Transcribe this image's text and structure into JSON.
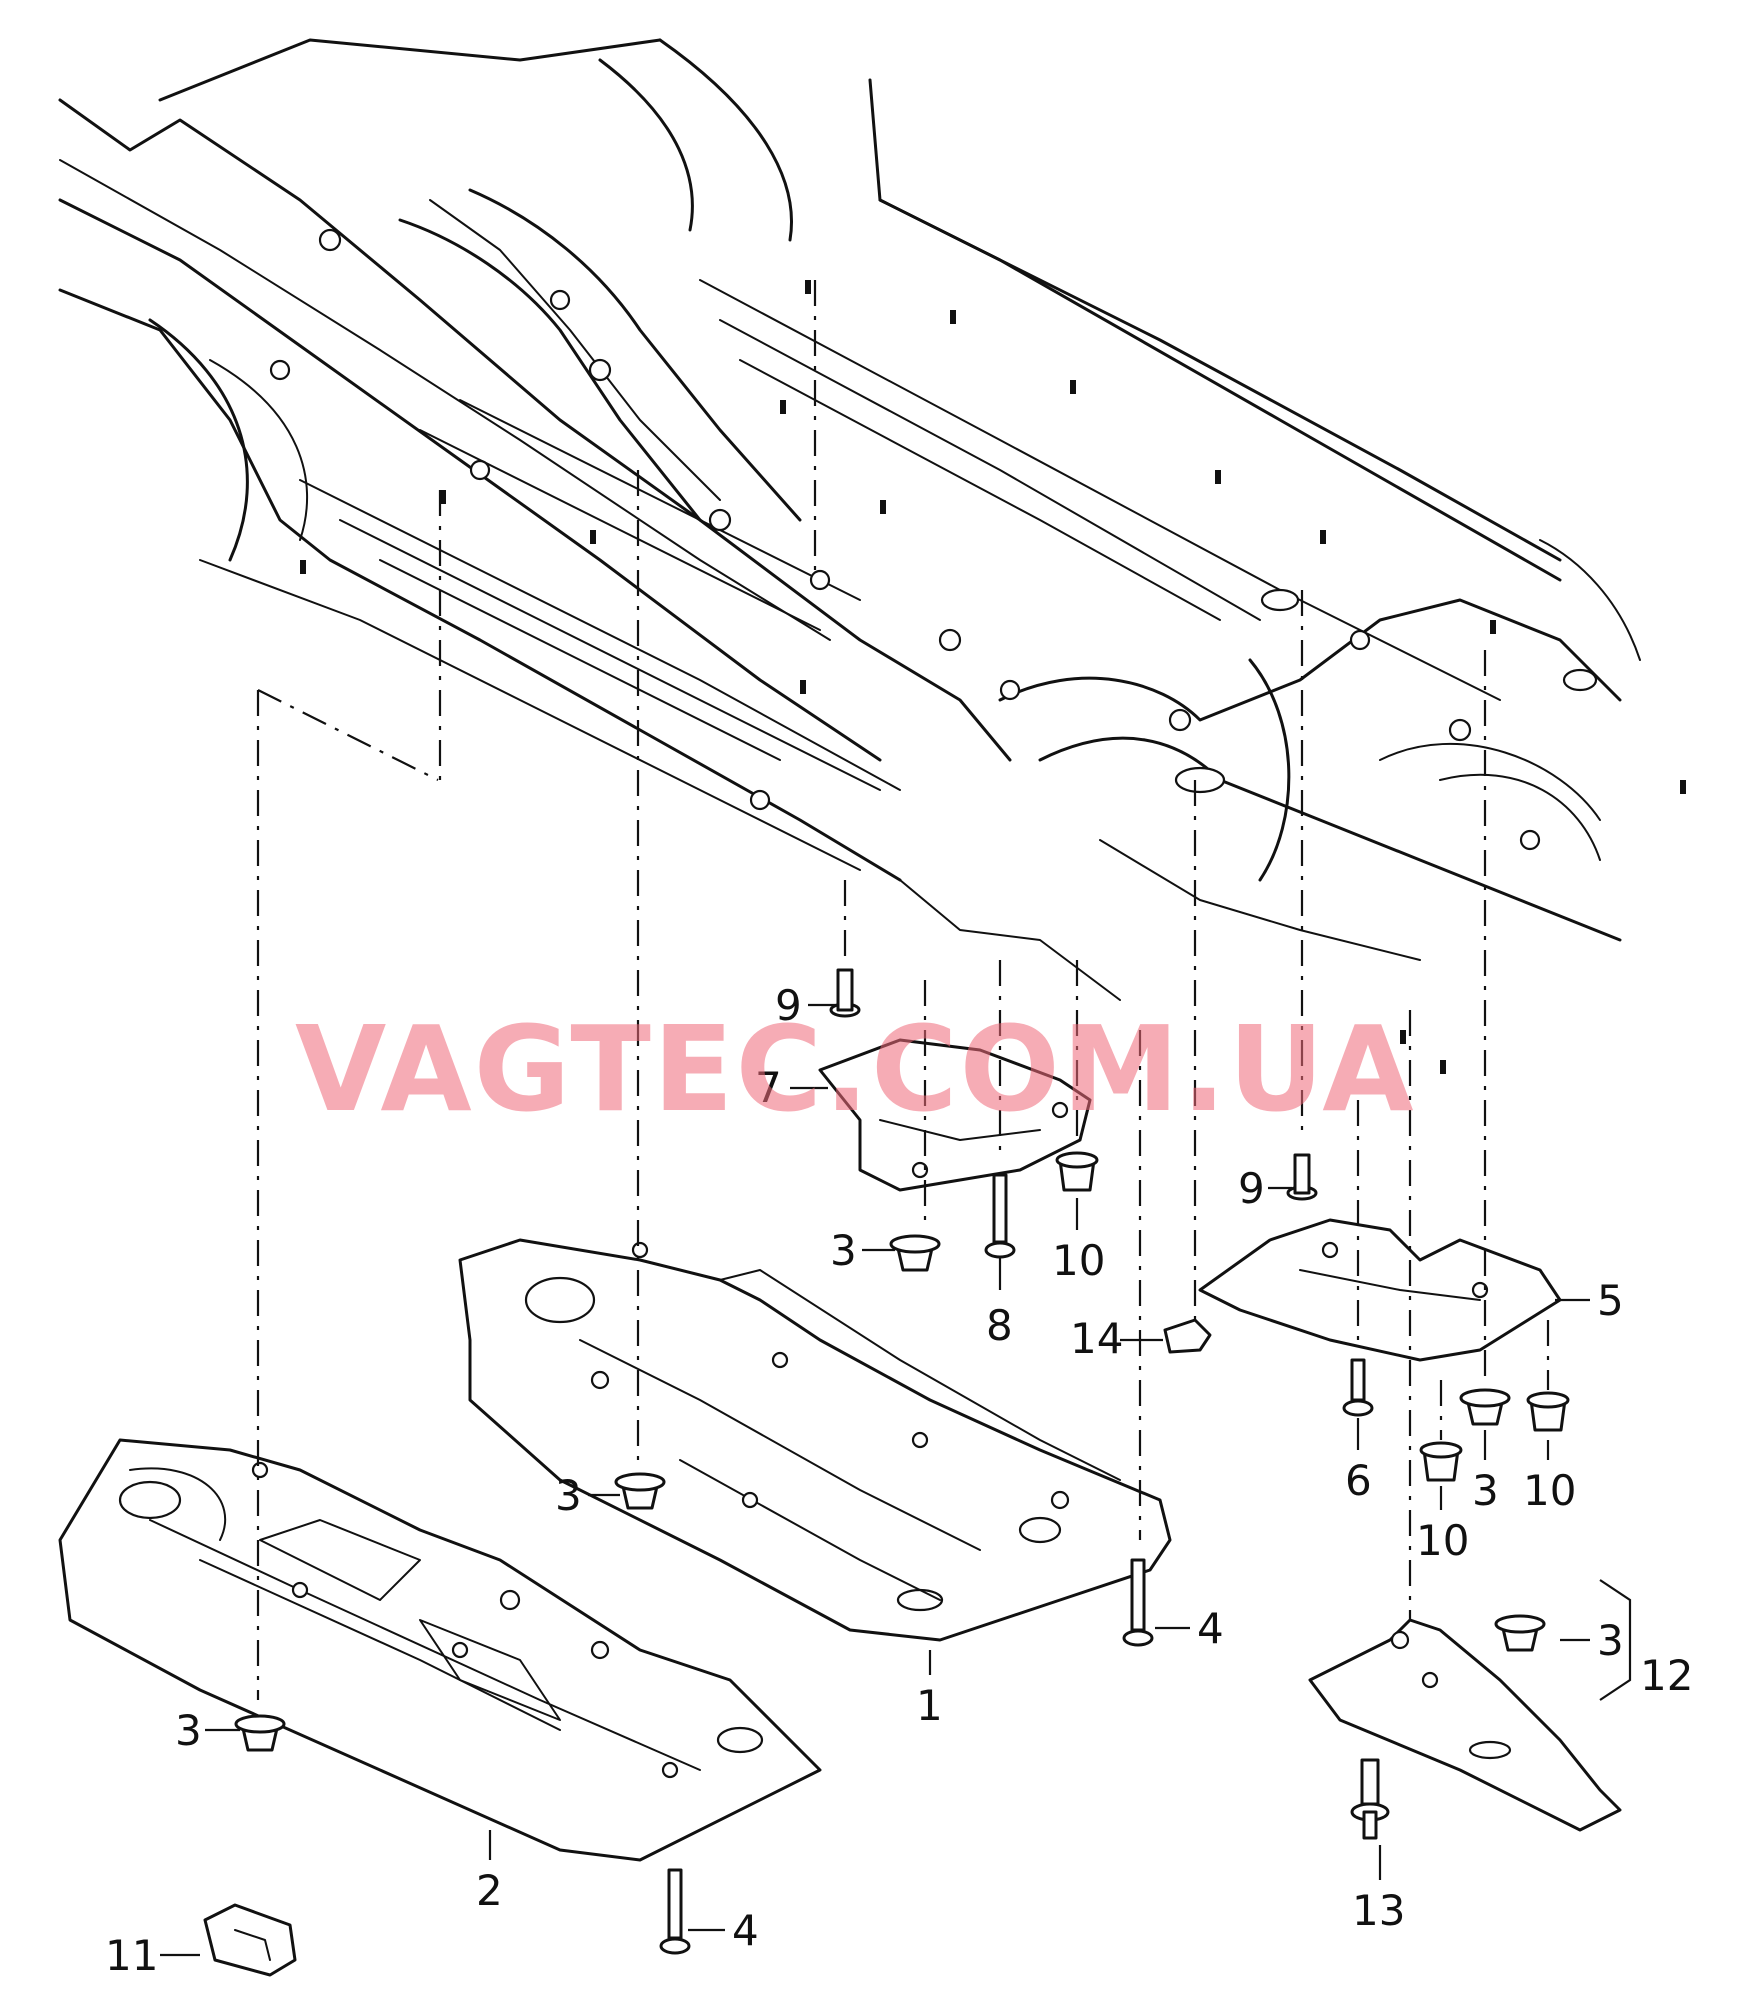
{
  "watermark": "VAGTEC.COM.UA",
  "callouts": {
    "c1": "1",
    "c2": "2",
    "c3a": "3",
    "c3b": "3",
    "c3c": "3",
    "c3d": "3",
    "c3e": "3",
    "c4a": "4",
    "c4b": "4",
    "c5": "5",
    "c6": "6",
    "c7": "7",
    "c8": "8",
    "c9a": "9",
    "c9b": "9",
    "c10a": "10",
    "c10b": "10",
    "c10c": "10",
    "c11": "11",
    "c12": "12",
    "c13": "13",
    "c14": "14"
  }
}
